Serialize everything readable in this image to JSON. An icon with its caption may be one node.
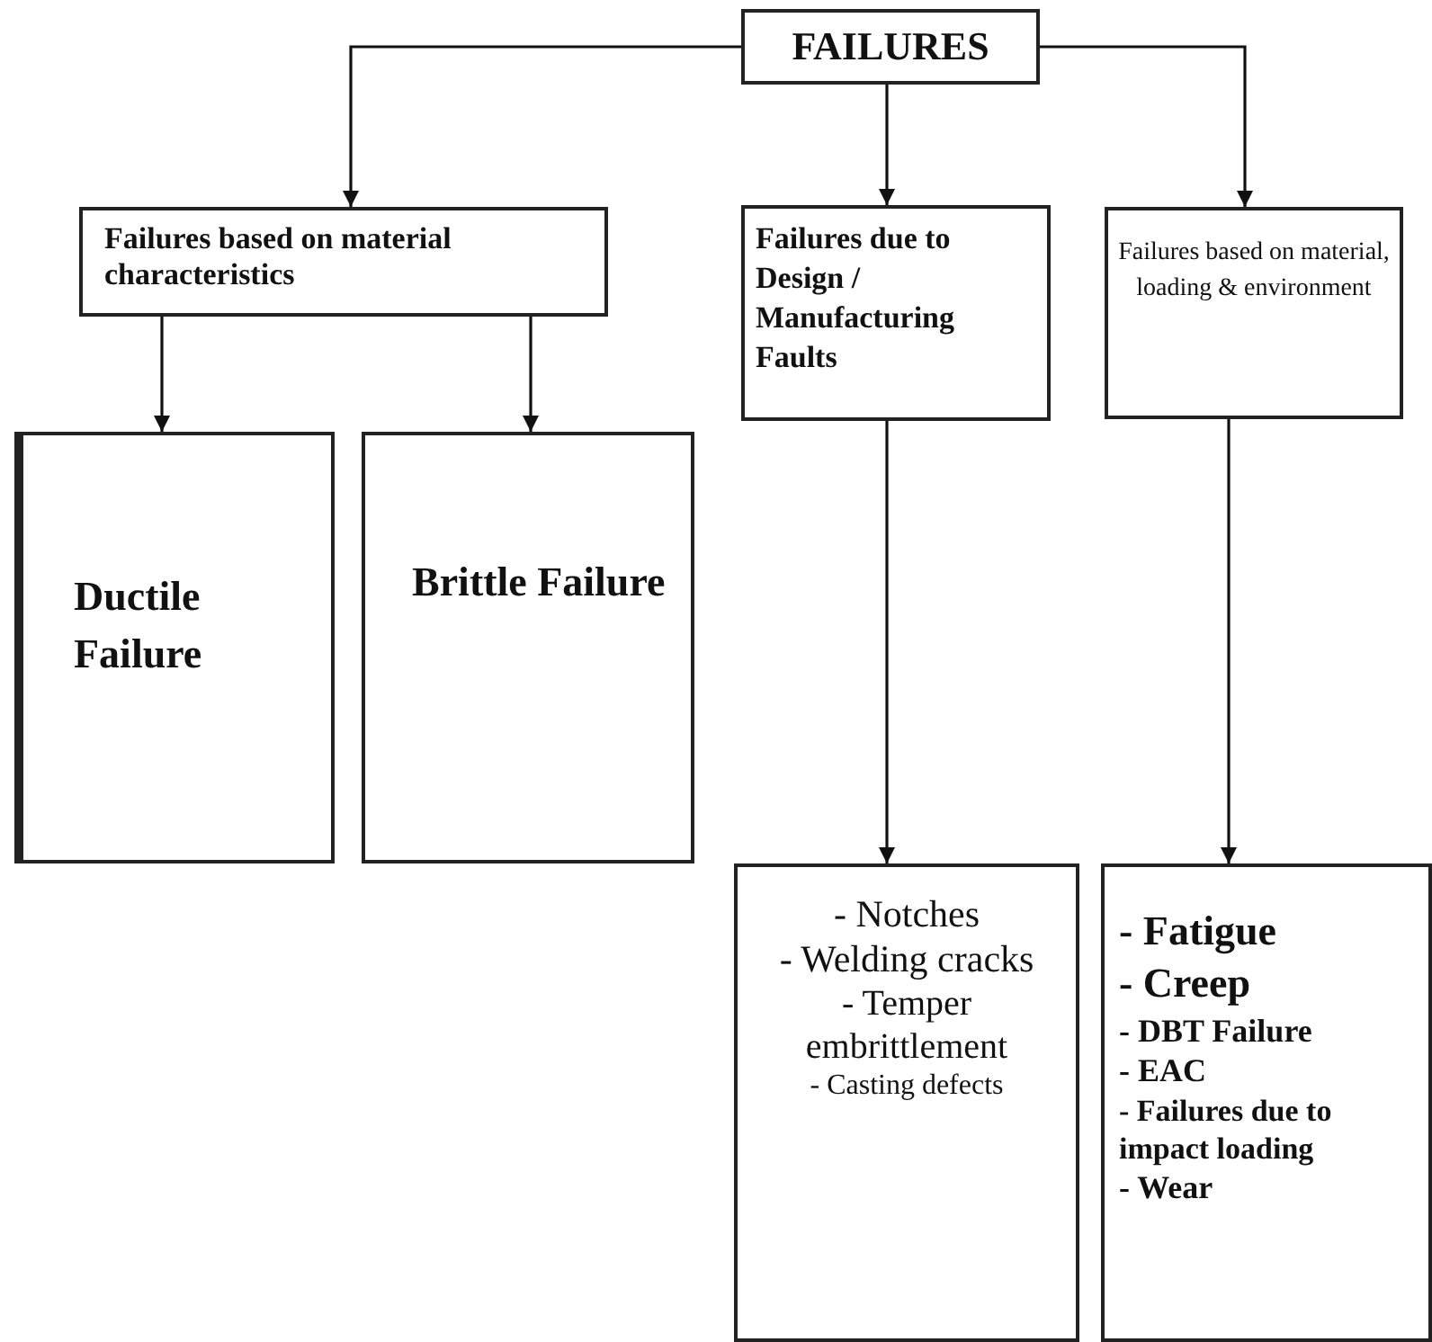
{
  "diagram": {
    "nodes": [
      {
        "text": [
          "FAILURES"
        ]
      },
      {
        "text": [
          "Failures based on material characteristics"
        ]
      },
      {
        "text": [
          "Failures due to Design / Manufacturing Faults"
        ]
      },
      {
        "text": [
          "Failures based on material, loading & environment"
        ]
      },
      {
        "text": [
          "Ductile Failure"
        ]
      },
      {
        "text": [
          "Brittle Failure"
        ]
      },
      {
        "text": [
          "- Notches",
          "- Welding cracks",
          "- Temper embrittlement",
          "- Casting defects"
        ]
      },
      {
        "text": [
          "- Fatigue",
          "- Creep",
          "- DBT Failure",
          "- EAC",
          "- Failures due to impact loading",
          "- Wear"
        ]
      }
    ],
    "edges": [
      {
        "from": 0,
        "to": 1,
        "arrow": "to"
      },
      {
        "from": 0,
        "to": 2,
        "arrow": "to"
      },
      {
        "from": 0,
        "to": 3,
        "arrow": "to"
      },
      {
        "from": 1,
        "to": 4,
        "arrow": "to"
      },
      {
        "from": 1,
        "to": 5,
        "arrow": "to"
      },
      {
        "from": 2,
        "to": 6,
        "arrow": "to"
      },
      {
        "from": 3,
        "to": 7,
        "arrow": "to"
      }
    ]
  }
}
